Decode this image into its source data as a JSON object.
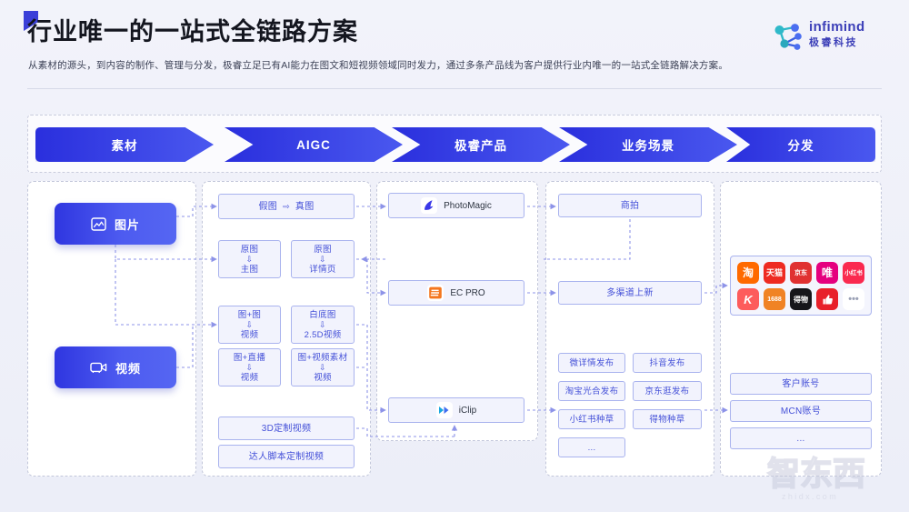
{
  "header": {
    "title": "行业唯一的一站式全链路方案",
    "subtitle": "从素材的源头，到内容的制作、管理与分发，极睿立足已有AI能力在图文和短视频领域同时发力，通过多条产品线为客户提供行业内唯一的一站式全链路解决方案。",
    "logo_en": "infimind",
    "logo_cn": "极睿科技"
  },
  "banner": {
    "steps": [
      {
        "label": "素材"
      },
      {
        "label": "AIGC"
      },
      {
        "label": "极睿产品"
      },
      {
        "label": "业务场景"
      },
      {
        "label": "分发"
      }
    ]
  },
  "lanes": {
    "source": {
      "items": [
        {
          "label": "图片",
          "icon": "image-icon"
        },
        {
          "label": "视频",
          "icon": "video-camera-icon"
        }
      ]
    },
    "aigc": {
      "items": [
        {
          "from": "假图",
          "arrow": "⇨",
          "to": "真图",
          "layout": "row"
        },
        {
          "from": "原图",
          "arrow": "⇩",
          "to": "主图",
          "layout": "col"
        },
        {
          "from": "原图",
          "arrow": "⇩",
          "to": "详情页",
          "layout": "col"
        },
        {
          "from": "图+图",
          "arrow": "⇩",
          "to": "视频",
          "layout": "col"
        },
        {
          "from": "白底图",
          "arrow": "⇩",
          "to": "2.5D视频",
          "layout": "col"
        },
        {
          "from": "图+直播",
          "arrow": "⇩",
          "to": "视频",
          "layout": "col"
        },
        {
          "from": "图+视频素材",
          "arrow": "⇩",
          "to": "视频",
          "layout": "col"
        },
        {
          "label": "3D定制视频",
          "layout": "single"
        },
        {
          "label": "达人脚本定制视频",
          "layout": "single"
        }
      ]
    },
    "products": {
      "items": [
        {
          "name": "PhotoMagic",
          "logo": "photomagic-logo",
          "color": "#3a38e8"
        },
        {
          "name": "EC PRO",
          "logo": "ecpro-logo",
          "color": "#f4761f"
        },
        {
          "name": "iClip",
          "logo": "iclip-logo",
          "color": "#1aa7e0"
        }
      ]
    },
    "scenes": {
      "top": [
        "商拍",
        "多渠道上新"
      ],
      "grid": [
        "微详情发布",
        "抖音发布",
        "淘宝光合发布",
        "京东逛发布",
        "小红书种草",
        "得物种草",
        "..."
      ]
    },
    "distribution": {
      "platform_icons": [
        {
          "name": "taobao-icon",
          "text": "淘",
          "bg": "#ff6a00"
        },
        {
          "name": "tmall-icon",
          "text": "天猫",
          "bg": "#ee2a21"
        },
        {
          "name": "jd-icon",
          "text": "京东",
          "bg": "#e03131"
        },
        {
          "name": "vip-icon",
          "text": "唯",
          "bg": "#e5007f"
        },
        {
          "name": "xiaohongshu-icon",
          "text": "小红书",
          "bg": "#fa2a4f"
        },
        {
          "name": "kuaishou-icon",
          "text": "K",
          "bg": "#fd5c5c"
        },
        {
          "name": "alibaba-1688-icon",
          "text": "1688",
          "bg": "#f08325"
        },
        {
          "name": "dewu-icon",
          "text": "得物",
          "bg": "#16161a"
        },
        {
          "name": "thumb-up-icon",
          "text": "",
          "bg": "#e8202a"
        },
        {
          "name": "more-icon",
          "text": "•••",
          "bg": "#ffffff"
        }
      ],
      "accounts": [
        "客户账号",
        "MCN账号",
        "..."
      ]
    }
  },
  "watermark": {
    "cn": "智东西",
    "en": "zhidx.com"
  },
  "colors": {
    "page_bg": "#eceef8",
    "accent": "#3a42e0",
    "card_border": "#a9b3ee",
    "card_text": "#4450d8",
    "wire": "#8d93e8"
  }
}
